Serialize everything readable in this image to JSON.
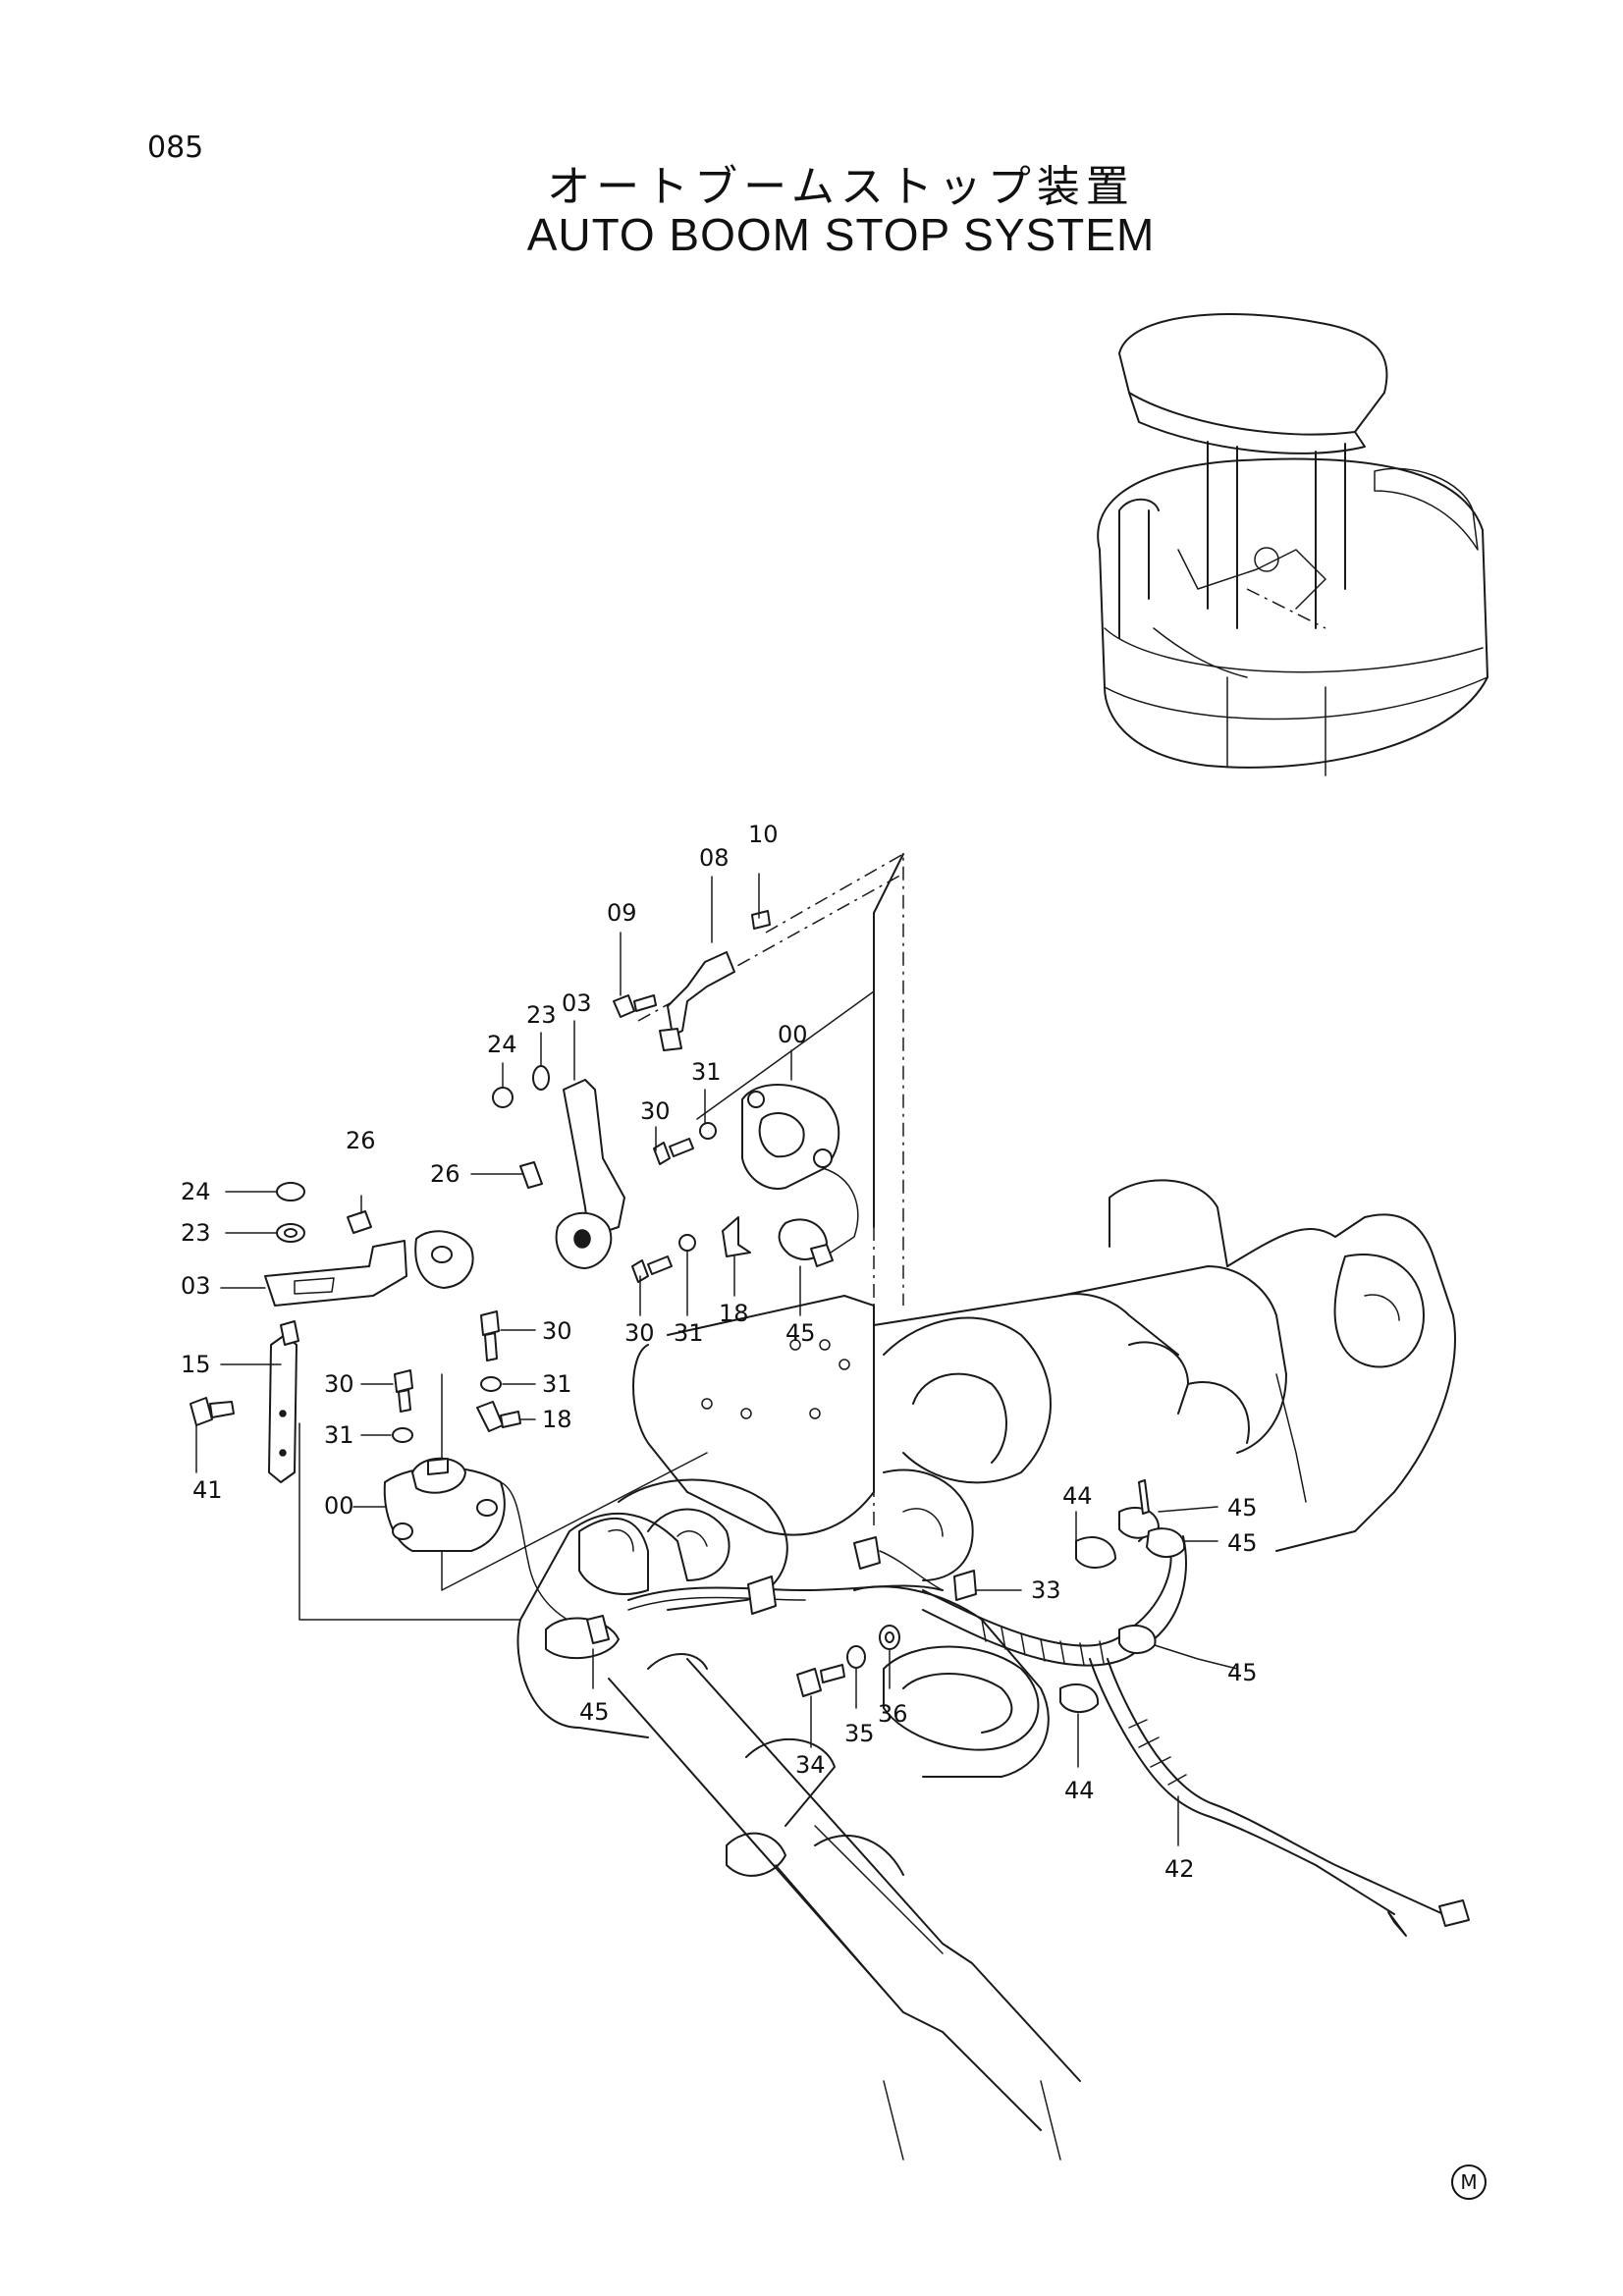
{
  "header": {
    "page_code": "085",
    "title_jp": "オートブームストップ装置",
    "title_en": "AUTO BOOM STOP SYSTEM"
  },
  "footer": {
    "mark": "M"
  },
  "callouts": [
    {
      "id": "c10a",
      "text": "10"
    },
    {
      "id": "c08a",
      "text": "08"
    },
    {
      "id": "c09a",
      "text": "09"
    },
    {
      "id": "c03a",
      "text": "03"
    },
    {
      "id": "c23a",
      "text": "23"
    },
    {
      "id": "c24a",
      "text": "24"
    },
    {
      "id": "c00a",
      "text": "00"
    },
    {
      "id": "c31a",
      "text": "31"
    },
    {
      "id": "c30a",
      "text": "30"
    },
    {
      "id": "c26a",
      "text": "26"
    },
    {
      "id": "c26b",
      "text": "26"
    },
    {
      "id": "c24b",
      "text": "24"
    },
    {
      "id": "c23b",
      "text": "23"
    },
    {
      "id": "c03b",
      "text": "03"
    },
    {
      "id": "c30b",
      "text": "30"
    },
    {
      "id": "c31b",
      "text": "31"
    },
    {
      "id": "c18a",
      "text": "18"
    },
    {
      "id": "c45a",
      "text": "45"
    },
    {
      "id": "c15a",
      "text": "15"
    },
    {
      "id": "c30c",
      "text": "30"
    },
    {
      "id": "c31c",
      "text": "31"
    },
    {
      "id": "c30d",
      "text": "30"
    },
    {
      "id": "c31d",
      "text": "31"
    },
    {
      "id": "c18b",
      "text": "18"
    },
    {
      "id": "c41a",
      "text": "41"
    },
    {
      "id": "c00b",
      "text": "00"
    },
    {
      "id": "c44a",
      "text": "44"
    },
    {
      "id": "c45b",
      "text": "45"
    },
    {
      "id": "c45c",
      "text": "45"
    },
    {
      "id": "c33a",
      "text": "33"
    },
    {
      "id": "c45d",
      "text": "45"
    },
    {
      "id": "c45e",
      "text": "45"
    },
    {
      "id": "c34a",
      "text": "34"
    },
    {
      "id": "c35a",
      "text": "35"
    },
    {
      "id": "c36a",
      "text": "36"
    },
    {
      "id": "c44b",
      "text": "44"
    },
    {
      "id": "c42a",
      "text": "42"
    }
  ]
}
